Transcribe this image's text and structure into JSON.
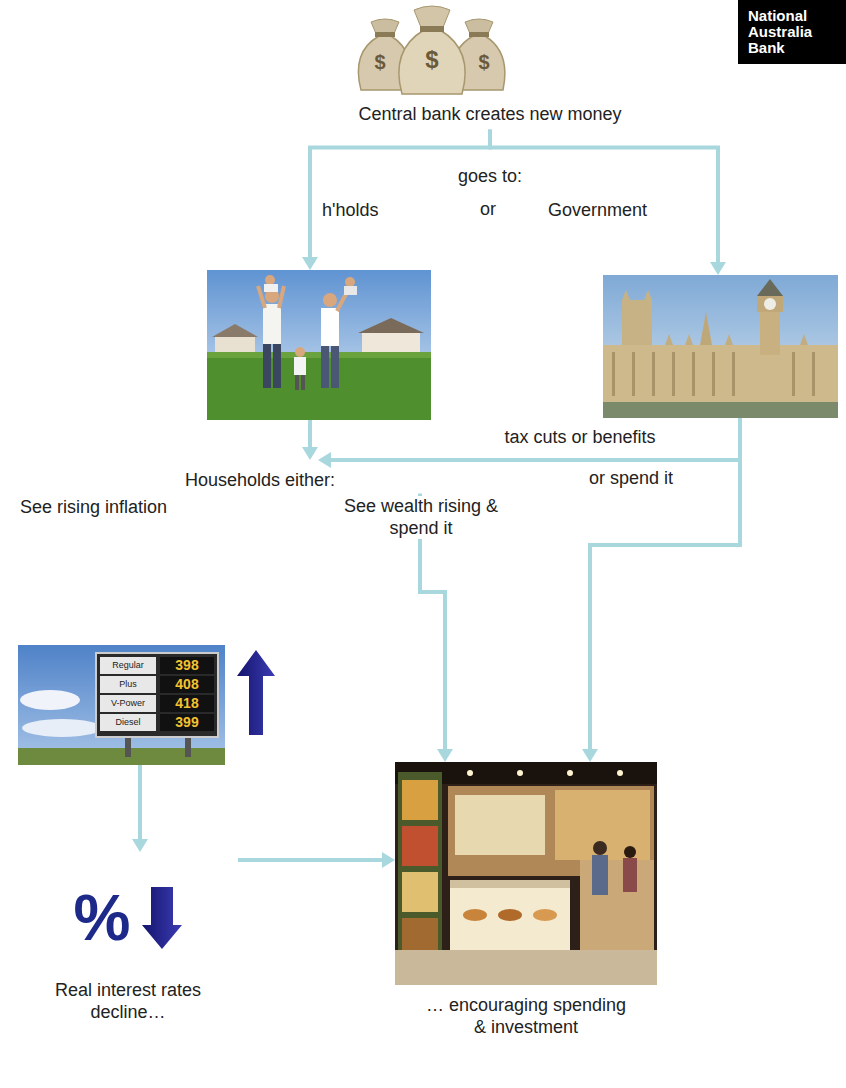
{
  "diagram": {
    "nodes": [
      {
        "text": [
          "National Australia Bank"
        ]
      },
      {
        "text": [
          "Central bank creates new money"
        ]
      },
      {
        "text": [
          "h'holds"
        ]
      },
      {
        "text": [
          "Government"
        ]
      },
      {
        "text": [
          "Households either:"
        ]
      },
      {
        "text": [
          "See rising inflation"
        ]
      },
      {
        "text": [
          "%",
          "Real interest rates decline…"
        ]
      },
      {
        "text": [
          "… encouraging spending & investment"
        ]
      }
    ],
    "edges": [
      {
        "from": 1,
        "to": 2,
        "arrow": "to"
      },
      {
        "from": 1,
        "to": 3,
        "arrow": "to"
      },
      {
        "from": 2,
        "to": 4,
        "arrow": "to"
      },
      {
        "from": 3,
        "to": 4,
        "label": "tax cuts or benefits",
        "arrow": "to"
      },
      {
        "from": 3,
        "to": 7,
        "label": "or spend it",
        "arrow": "to"
      },
      {
        "from": 4,
        "to": 7,
        "label": "See wealth rising & spend it",
        "arrow": "to"
      },
      {
        "from": 5,
        "to": 6,
        "arrow": "to"
      },
      {
        "from": 6,
        "to": 7,
        "arrow": "to"
      }
    ],
    "labels": [
      "goes to:",
      "or",
      "$",
      "$",
      "$",
      "Regular",
      "Plus",
      "V-Power",
      "Diesel",
      "398",
      "408",
      "418",
      "399"
    ]
  }
}
